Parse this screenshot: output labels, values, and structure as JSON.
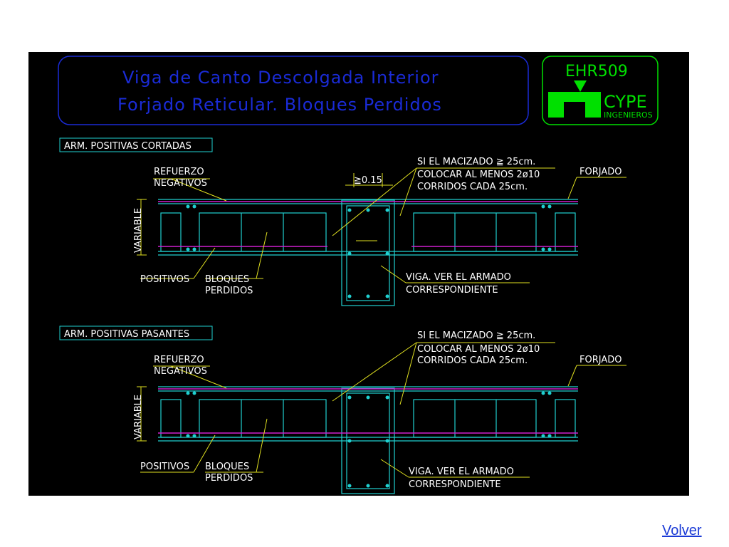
{
  "title": {
    "line1": "Viga de Canto Descolgada Interior",
    "line2": "Forjado Reticular. Bloques Perdidos"
  },
  "logo": {
    "code": "EHR509",
    "brand": "CYPE",
    "sub": "INGENIEROS"
  },
  "sections": [
    {
      "heading": "ARM. POSITIVAS CORTADAS",
      "refuerzo": "REFUERZO",
      "negativos": "NEGATIVOS",
      "variable": "VARIABLE",
      "positivos": "POSITIVOS",
      "bloques": "BLOQUES",
      "perdidos": "PERDIDOS",
      "note1": "SI EL MACIZADO ≧ 25cm.",
      "note2": "COLOCAR AL MENOS 2ø10",
      "note3": "CORRIDOS CADA 25cm.",
      "forjado": "FORJADO",
      "viga1": "VIGA. VER EL ARMADO",
      "viga2": "CORRESPONDIENTE",
      "min_width": "≧0.15"
    },
    {
      "heading": "ARM. POSITIVAS PASANTES",
      "refuerzo": "REFUERZO",
      "negativos": "NEGATIVOS",
      "variable": "VARIABLE",
      "positivos": "POSITIVOS",
      "bloques": "BLOQUES",
      "perdidos": "PERDIDOS",
      "note1": "SI EL MACIZADO ≧ 25cm.",
      "note2": "COLOCAR AL MENOS 2ø10",
      "note3": "CORRIDOS CADA 25cm.",
      "forjado": "FORJADO",
      "viga1": "VIGA. VER EL ARMADO",
      "viga2": "CORRESPONDIENTE"
    }
  ],
  "colors": {
    "outline": "#20d0d0",
    "rebar": "#d020d0",
    "leader": "#e0e020",
    "title": "#1a2bd6",
    "logo": "#00e000",
    "background": "#000000"
  },
  "nav": {
    "back_label": "Volver"
  }
}
